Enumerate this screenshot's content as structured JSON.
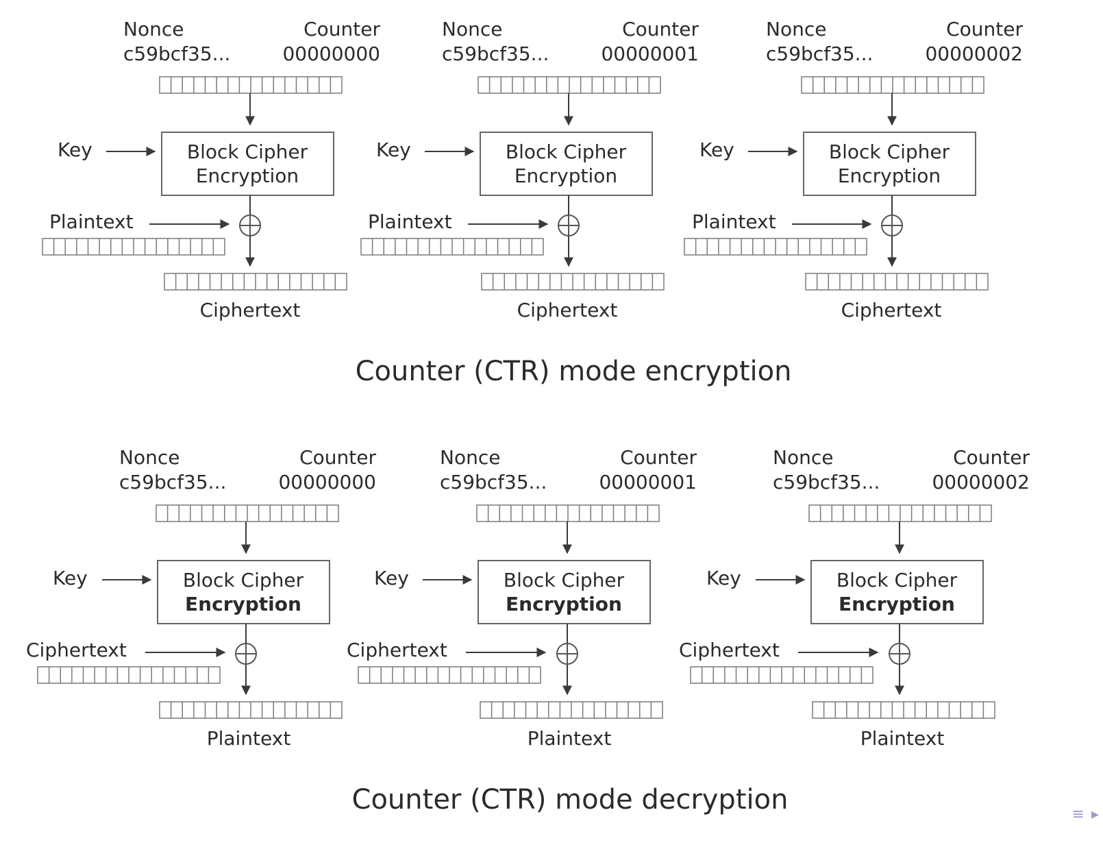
{
  "encryption": {
    "title": "Counter (CTR) mode encryption",
    "stages": [
      {
        "nonce_label": "Nonce",
        "nonce_value": "c59bcf35...",
        "counter_label": "Counter",
        "counter_value": "00000000",
        "key_label": "Key",
        "cipher_line1": "Block Cipher",
        "cipher_line2": "Encryption",
        "input_label": "Plaintext",
        "output_label": "Ciphertext"
      },
      {
        "nonce_label": "Nonce",
        "nonce_value": "c59bcf35...",
        "counter_label": "Counter",
        "counter_value": "00000001",
        "key_label": "Key",
        "cipher_line1": "Block Cipher",
        "cipher_line2": "Encryption",
        "input_label": "Plaintext",
        "output_label": "Ciphertext"
      },
      {
        "nonce_label": "Nonce",
        "nonce_value": "c59bcf35...",
        "counter_label": "Counter",
        "counter_value": "00000002",
        "key_label": "Key",
        "cipher_line1": "Block Cipher",
        "cipher_line2": "Encryption",
        "input_label": "Plaintext",
        "output_label": "Ciphertext"
      }
    ]
  },
  "decryption": {
    "title": "Counter (CTR) mode decryption",
    "stages": [
      {
        "nonce_label": "Nonce",
        "nonce_value": "c59bcf35...",
        "counter_label": "Counter",
        "counter_value": "00000000",
        "key_label": "Key",
        "cipher_line1": "Block Cipher",
        "cipher_line2": "Encryption",
        "input_label": "Ciphertext",
        "output_label": "Plaintext"
      },
      {
        "nonce_label": "Nonce",
        "nonce_value": "c59bcf35...",
        "counter_label": "Counter",
        "counter_value": "00000001",
        "key_label": "Key",
        "cipher_line1": "Block Cipher",
        "cipher_line2": "Encryption",
        "input_label": "Ciphertext",
        "output_label": "Plaintext"
      },
      {
        "nonce_label": "Nonce",
        "nonce_value": "c59bcf35...",
        "counter_label": "Counter",
        "counter_value": "00000002",
        "key_label": "Key",
        "cipher_line1": "Block Cipher",
        "cipher_line2": "Encryption",
        "input_label": "Ciphertext",
        "output_label": "Plaintext"
      }
    ]
  },
  "navigation": {
    "outline_icon": "list-icon",
    "next_icon": "triangle-right-icon"
  }
}
